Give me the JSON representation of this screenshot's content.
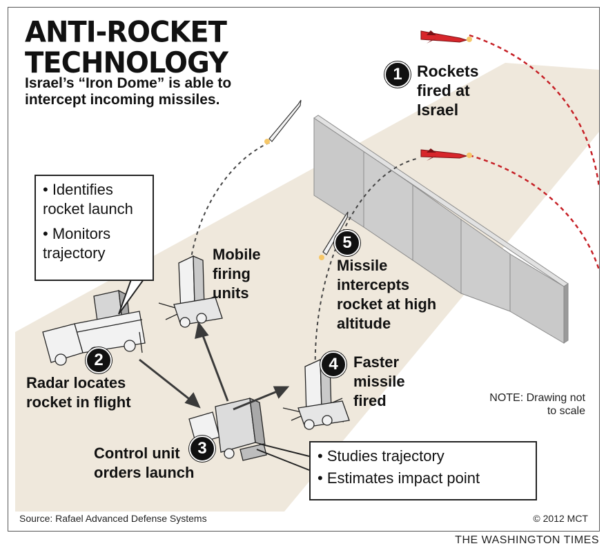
{
  "title_line1": "ANTI-ROCKET",
  "title_line2": "TECHNOLOGY",
  "subtitle": "Israel’s “Iron Dome” is able to intercept incoming missiles.",
  "steps": [
    {
      "number": "1",
      "label_lines": [
        "Rockets",
        "fired at",
        "Israel"
      ]
    },
    {
      "number": "2",
      "label_lines": [
        "Radar locates",
        "rocket in flight"
      ]
    },
    {
      "number": "3",
      "label_lines": [
        "Control unit",
        "orders launch"
      ]
    },
    {
      "number": "4",
      "label_lines": [
        "Faster",
        "missile",
        "fired"
      ]
    },
    {
      "number": "5",
      "label_lines": [
        "Missile",
        "intercepts",
        "rocket at high",
        "altitude"
      ]
    }
  ],
  "mobile_label_lines": [
    "Mobile",
    "firing",
    "units"
  ],
  "radar_callout": [
    "• Identifies rocket launch",
    "• Monitors trajectory"
  ],
  "control_callout": [
    "• Studies trajectory",
    "• Estimates impact point"
  ],
  "note": "NOTE: Drawing not to scale",
  "source": "Source: Rafael Advanced Defense Systems",
  "copyright": "© 2012 MCT",
  "publisher": "THE WASHINGTON TIMES",
  "colors": {
    "ground": "#efe8dc",
    "wall": "#c9c9c9",
    "rocket": "#d7262b",
    "trajectory": "#c62026",
    "ink": "#111111"
  }
}
